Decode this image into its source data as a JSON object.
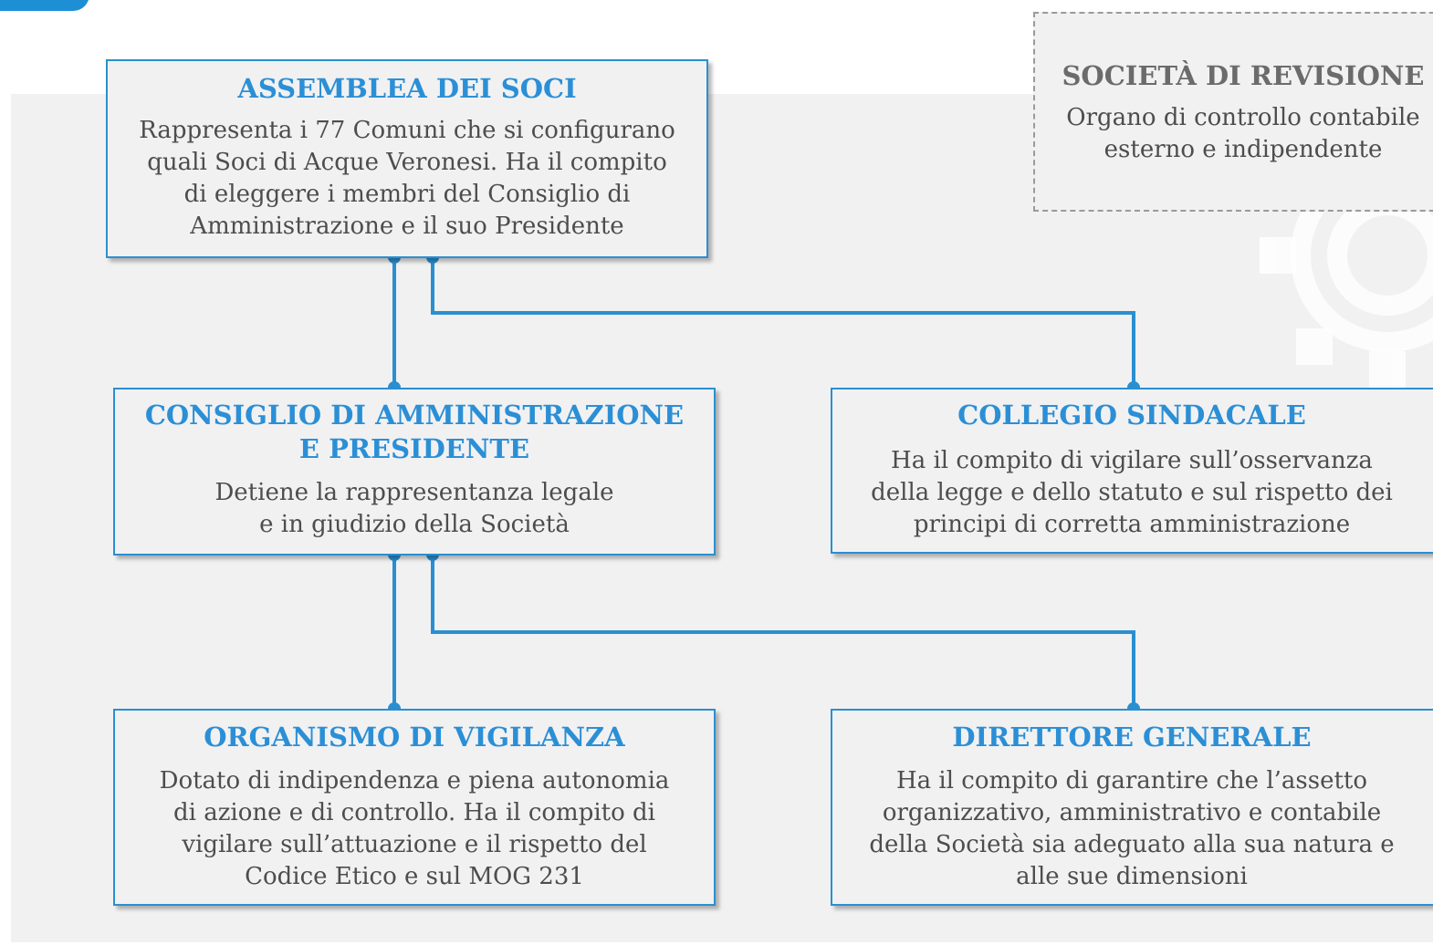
{
  "colors": {
    "accent": "#2b8fd6",
    "connector": "#2a8fd0",
    "panel": "#f1f1f2",
    "text": "#4d4d4d",
    "revision_title": "#6b6b6b"
  },
  "revisione": {
    "title": "SOCIETÀ DI REVISIONE",
    "desc_lines": [
      "Organo di controllo contabile",
      "esterno e indipendente"
    ]
  },
  "assemblea": {
    "title": "ASSEMBLEA DEI SOCI",
    "desc_lines": [
      "Rappresenta i 77 Comuni che si configurano",
      "quali Soci di Acque Veronesi. Ha il compito",
      "di eleggere i membri del Consiglio di",
      "Amministrazione e il suo Presidente"
    ]
  },
  "consiglio": {
    "title_lines": [
      "CONSIGLIO DI AMMINISTRAZIONE",
      "E PRESIDENTE"
    ],
    "desc_lines": [
      "Detiene la rappresentanza legale",
      "e in giudizio della Società"
    ]
  },
  "collegio": {
    "title": "COLLEGIO SINDACALE",
    "desc_lines": [
      "Ha il compito di vigilare sull’osservanza",
      "della legge e dello statuto e sul rispetto dei",
      "principi di corretta amministrazione"
    ]
  },
  "organismo": {
    "title": "ORGANISMO DI VIGILANZA",
    "desc_lines": [
      "Dotato di indipendenza e piena autonomia",
      "di azione e di controllo. Ha il compito di",
      "vigilare sull’attuazione e il rispetto del",
      "Codice Etico e sul MOG 231"
    ]
  },
  "direttore": {
    "title": "DIRETTORE GENERALE",
    "desc_lines": [
      "Ha il compito di garantire che l’assetto",
      "organizzativo, amministrativo e contabile",
      "della Società sia adeguato alla sua natura e",
      "alle sue dimensioni"
    ]
  }
}
